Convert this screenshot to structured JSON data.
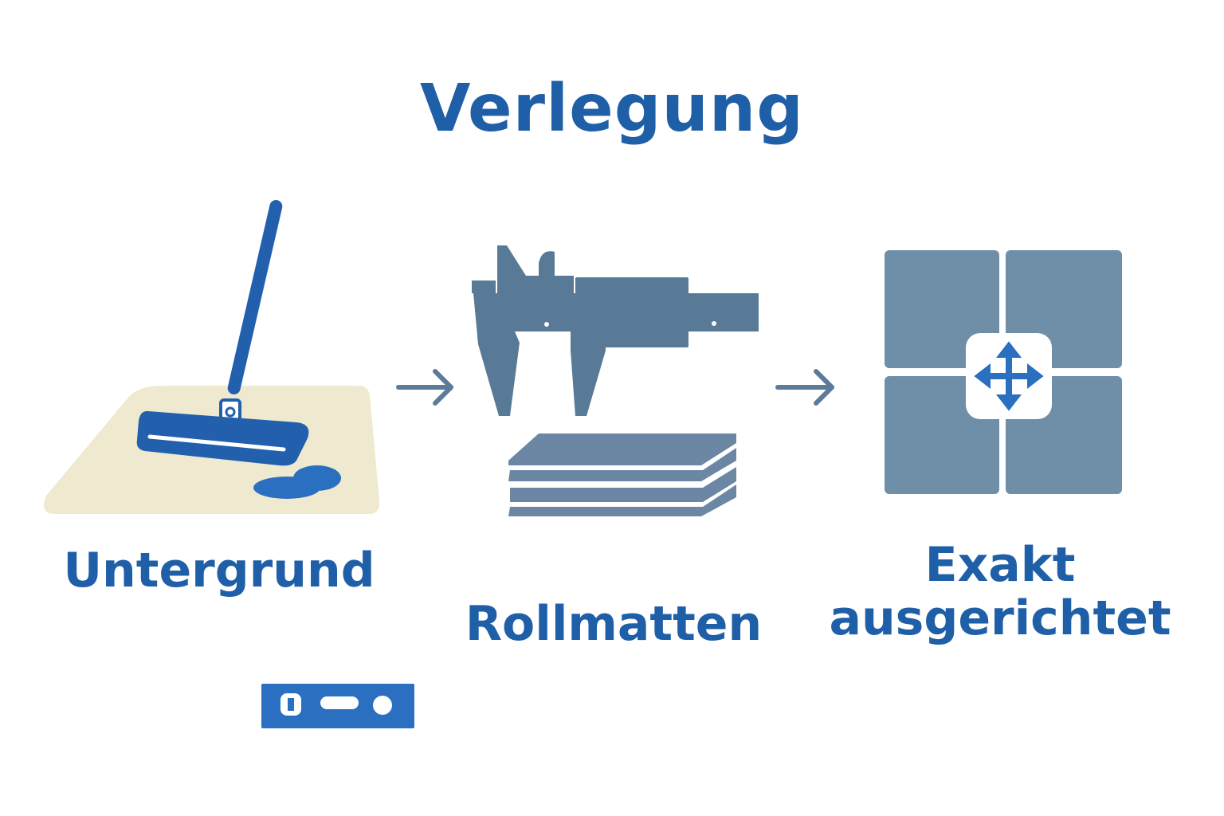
{
  "diagram": {
    "title": "Verlegung",
    "steps": [
      {
        "label": "Untergrund",
        "icon": "mop-cleaning-icon"
      },
      {
        "label": "Rollmatten",
        "icon": "caliper-mats-icon"
      },
      {
        "label": "Exakt\nausgerichtet",
        "icon": "aligned-tiles-icon"
      }
    ],
    "extra_icon": "spirit-level-icon",
    "colors": {
      "primary": "#1f5fa8",
      "slate": "#6b87a3",
      "slate_dark": "#587a96",
      "floor": "#efe9cf"
    }
  }
}
